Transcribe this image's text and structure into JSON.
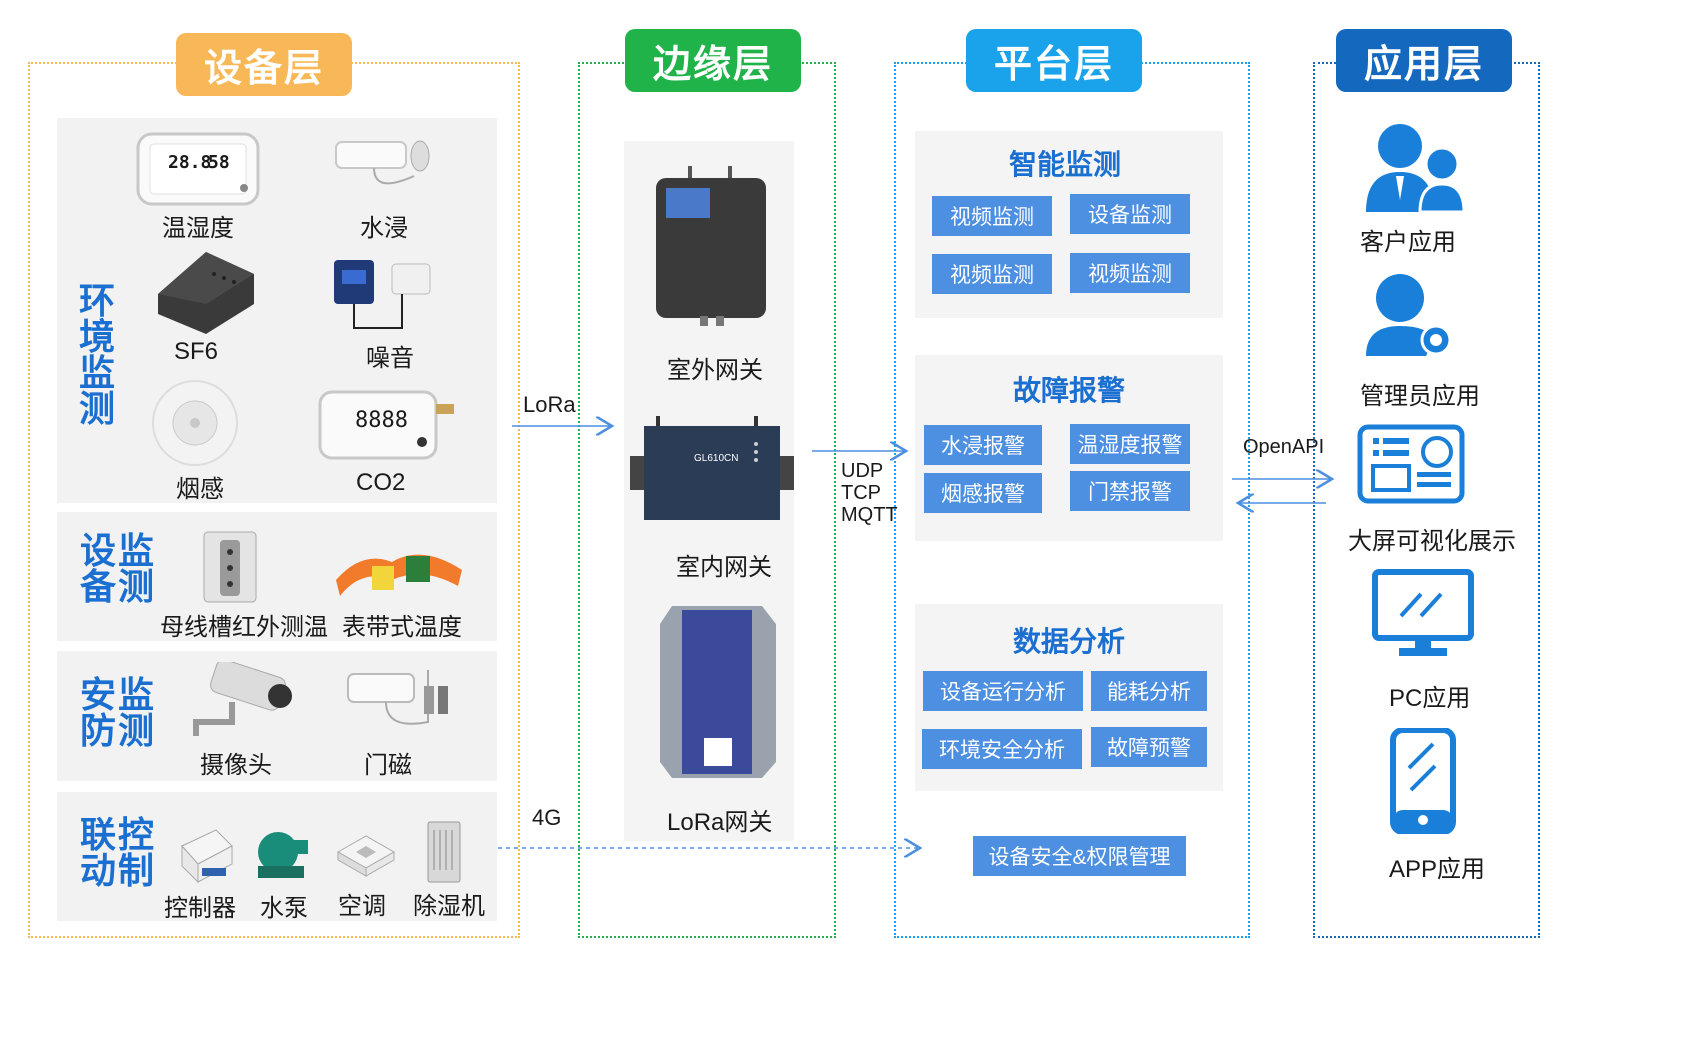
{
  "columns": {
    "device": {
      "title": "设备层",
      "color": "#f9b858"
    },
    "edge": {
      "title": "边缘层",
      "color": "#1fb34a"
    },
    "platform": {
      "title": "平台层",
      "color": "#1aa3ea"
    },
    "app": {
      "title": "应用层",
      "color": "#1469bf"
    }
  },
  "device_groups": {
    "env": {
      "title": "环境监测",
      "items": [
        "温湿度",
        "水浸",
        "SF6",
        "噪音",
        "烟感",
        "CO2"
      ],
      "sensor_display": {
        "temp": "28.8",
        "hum": "58",
        "co2": "8888"
      }
    },
    "equip": {
      "title_1": "设监",
      "title_2": "备测",
      "items": [
        "母线槽红外测温",
        "表带式温度"
      ]
    },
    "security": {
      "title_1": "安监",
      "title_2": "防测",
      "items": [
        "摄像头",
        "门磁"
      ]
    },
    "control": {
      "title_1": "联控",
      "title_2": "动制",
      "items": [
        "控制器",
        "水泵",
        "空调",
        "除湿机"
      ]
    }
  },
  "edge": {
    "gateways": [
      "室外网关",
      "室内网关",
      "LoRa网关"
    ],
    "indoor_model": "GL610CN"
  },
  "protocols": {
    "lora": "LoRa",
    "fourg": "4G",
    "udp": "UDP",
    "tcp": "TCP",
    "mqtt": "MQTT",
    "openapi": "OpenAPI"
  },
  "platform": {
    "monitoring": {
      "title": "智能监测",
      "buttons": [
        "视频监测",
        "设备监测",
        "视频监测",
        "视频监测"
      ]
    },
    "alarm": {
      "title": "故障报警",
      "buttons": [
        "水浸报警",
        "温湿度报警",
        "烟感报警",
        "门禁报警"
      ]
    },
    "analysis": {
      "title": "数据分析",
      "buttons": [
        "设备运行分析",
        "能耗分析",
        "环境安全分析",
        "故障预警"
      ]
    },
    "security_mgmt": "设备安全&权限管理"
  },
  "apps": [
    "客户应用",
    "管理员应用",
    "大屏可视化展示",
    "PC应用",
    "APP应用"
  ],
  "icon_color": "#1a7fd8"
}
